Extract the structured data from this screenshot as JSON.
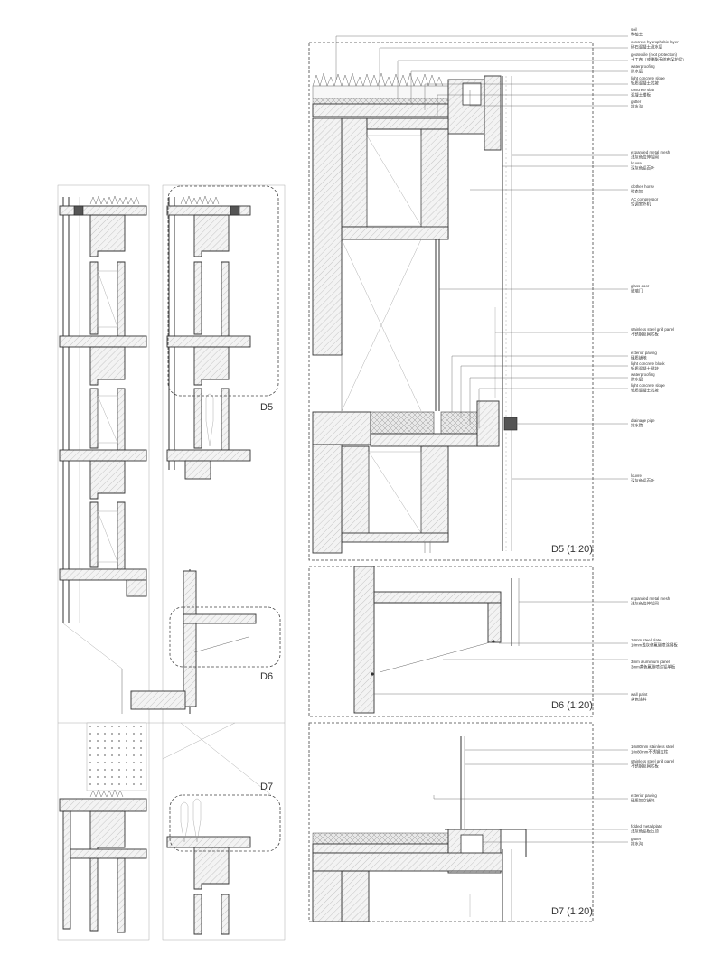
{
  "callouts": {
    "d5": "D5",
    "d6": "D6",
    "d7": "D7"
  },
  "panels": {
    "d5": {
      "title": "D5 (1:20)"
    },
    "d6": {
      "title": "D6 (1:20)"
    },
    "d7": {
      "title": "D7 (1:20)"
    }
  },
  "annotations_d5": [
    {
      "en": "soil",
      "zh": "种植土"
    },
    {
      "en": "concrete hydrophobic layer",
      "zh": "碎石混凝土疏水层"
    },
    {
      "en": "geotextile (root protection)",
      "zh": "土工布（或聚酯无纺布保护层）"
    },
    {
      "en": "waterproofing",
      "zh": "防水层"
    },
    {
      "en": "light concrete slope",
      "zh": "轻质混凝土找坡"
    },
    {
      "en": "concrete slab",
      "zh": "混凝土楼板"
    },
    {
      "en": "gutter",
      "zh": "排水沟"
    },
    {
      "en": "expanded metal mesh",
      "zh": "浅灰色拉伸铝网"
    },
    {
      "en": "louvre",
      "zh": "深灰色铝百叶"
    },
    {
      "en": "clothes horse",
      "zh": "晾衣架"
    },
    {
      "en": "AC compressor",
      "zh": "空调室外机"
    },
    {
      "en": "glass door",
      "zh": "玻璃门"
    },
    {
      "en": "stainless steel grid panel",
      "zh": "不锈钢丝网栏板"
    },
    {
      "en": "exterior paving",
      "zh": "硬质铺地"
    },
    {
      "en": "light concrete block",
      "zh": "轻质混凝土砌块"
    },
    {
      "en": "waterproofing",
      "zh": "防水层"
    },
    {
      "en": "light concrete slope",
      "zh": "轻质混凝土找坡"
    },
    {
      "en": "drainage pipe",
      "zh": "排水管"
    },
    {
      "en": "louvre",
      "zh": "深灰色铝百叶"
    }
  ],
  "annotations_d6": [
    {
      "en": "expanded metal mesh",
      "zh": "浅灰色拉伸铝网"
    },
    {
      "en": "10mm steel plate",
      "zh": "10mm浅灰色氟碳喷涂钢板"
    },
    {
      "en": "3mm aluminium panel",
      "zh": "3mm黄色氟碳喷涂铝单板"
    },
    {
      "en": "wall paint",
      "zh": "黄色涂料"
    }
  ],
  "annotations_d7": [
    {
      "en": "10x80mm stainless steel",
      "zh": "10x80mm不锈钢立柱"
    },
    {
      "en": "stainless steel grid panel",
      "zh": "不锈钢丝网栏板"
    },
    {
      "en": "exterior paving",
      "zh": "硬质架空铺地"
    },
    {
      "en": "folded metal plate",
      "zh": "浅灰色铝板压顶"
    },
    {
      "en": "gutter",
      "zh": "排水沟"
    }
  ]
}
